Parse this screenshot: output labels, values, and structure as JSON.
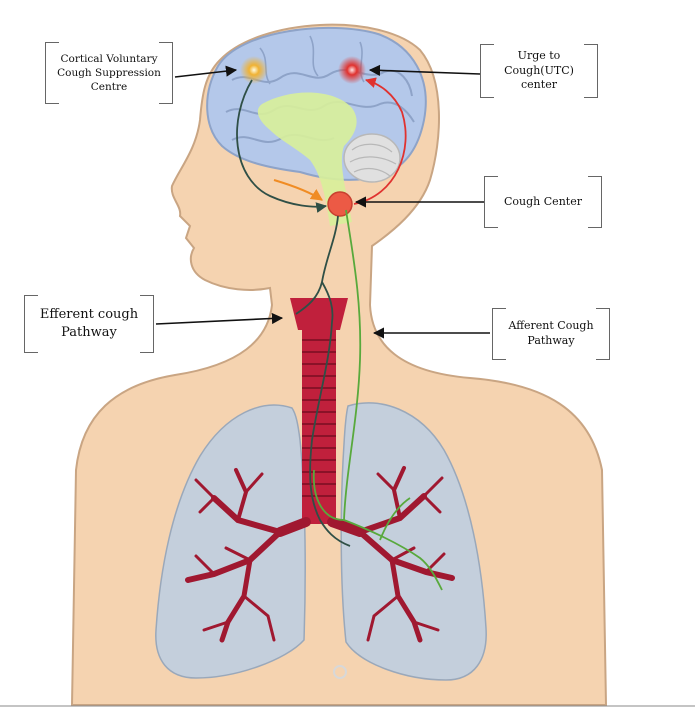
{
  "labels": {
    "cortical": "Cortical Voluntary\nCough Suppression\nCentre",
    "utc": "Urge to\nCough(UTC)\ncenter",
    "cough_center": "Cough Center",
    "efferent": "Efferent cough\nPathway",
    "afferent": "Afferent Cough\nPathway"
  },
  "colors": {
    "skin": "#f5d3b0",
    "skin_outline": "#c9a583",
    "brain": "#b4c8ea",
    "lungs": "#c4cfdc",
    "airway": "#c0203c",
    "nerve_green": "#58a93c",
    "nerve_dark": "#2f4f46",
    "utc_red": "#e0322f",
    "cortical_yellow": "#f0b233",
    "cough_center_red": "#ec5a45",
    "brainstem_green": "#d8ef9a",
    "cerebellum": "#e0e0e0",
    "orange_arrow": "#f08c24"
  }
}
